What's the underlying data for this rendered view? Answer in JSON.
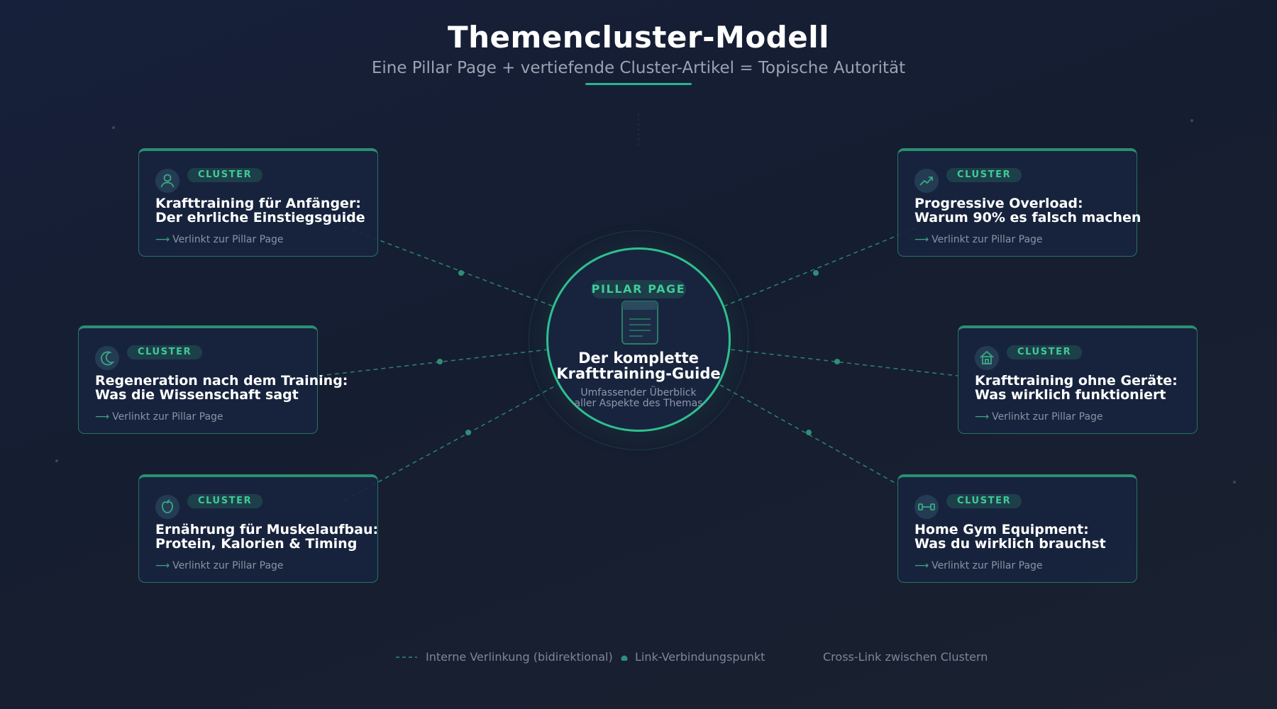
{
  "header": {
    "title": "Themencluster-Modell",
    "subtitle": "Eine Pillar Page + vertiefende Cluster-Artikel = Topische Autorität"
  },
  "pillar": {
    "badge": "PILLAR PAGE",
    "title_line1": "Der komplette",
    "title_line2": "Krafttraining-Guide",
    "desc_line1": "Umfassender Überblick",
    "desc_line2": "aller Aspekte des Themas",
    "icon": "document-icon"
  },
  "clusters": [
    {
      "badge": "CLUSTER",
      "title_line1": "Krafttraining für Anfänger:",
      "title_line2": "Der ehrliche Einstiegsguide",
      "link": "Verlinkt zur Pillar Page",
      "icon": "user-icon"
    },
    {
      "badge": "CLUSTER",
      "title_line1": "Progressive Overload:",
      "title_line2": "Warum 90% es falsch machen",
      "link": "Verlinkt zur Pillar Page",
      "icon": "trending-up-icon"
    },
    {
      "badge": "CLUSTER",
      "title_line1": "Regeneration nach dem Training:",
      "title_line2": "Was die Wissenschaft sagt",
      "link": "Verlinkt zur Pillar Page",
      "icon": "moon-icon"
    },
    {
      "badge": "CLUSTER",
      "title_line1": "Krafttraining ohne Geräte:",
      "title_line2": "Was wirklich funktioniert",
      "link": "Verlinkt zur Pillar Page",
      "icon": "home-icon"
    },
    {
      "badge": "CLUSTER",
      "title_line1": "Ernährung für Muskelaufbau:",
      "title_line2": "Protein, Kalorien & Timing",
      "link": "Verlinkt zur Pillar Page",
      "icon": "apple-icon"
    },
    {
      "badge": "CLUSTER",
      "title_line1": "Home Gym Equipment:",
      "title_line2": "Was du wirklich brauchst",
      "link": "Verlinkt zur Pillar Page",
      "icon": "dumbbell-icon"
    }
  ],
  "legend": {
    "internal": "Interne Verlinkung (bidirektional)",
    "point": "Link-Verbindungspunkt",
    "cross": "Cross-Link zwischen Clustern"
  },
  "colors": {
    "accent": "#2fbf8f",
    "background": "#16203a",
    "card": "#18243e"
  }
}
